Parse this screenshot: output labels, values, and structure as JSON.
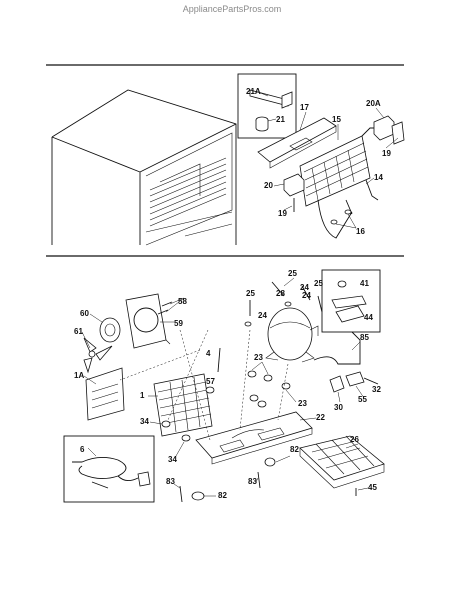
{
  "watermark": "AppliancePartsPros.com",
  "callouts": {
    "c21A": "21A",
    "c21": "21",
    "c17": "17",
    "c15": "15",
    "c20A": "20A",
    "c19a": "19",
    "c14": "14",
    "c20": "20",
    "c19b": "19",
    "c16": "16",
    "c25a": "25",
    "c25b": "25",
    "c25c": "25",
    "c28": "28",
    "c24a": "24",
    "c24b": "24",
    "c24c": "24",
    "c41": "41",
    "c44": "44",
    "c58": "58",
    "c59": "59",
    "c60": "60",
    "c61": "61",
    "c4": "4",
    "c23a": "23",
    "c23b": "23",
    "c85": "85",
    "c1A": "1A",
    "c57": "57",
    "c1": "1",
    "c34a": "34",
    "c34b": "34",
    "c22": "22",
    "c32": "32",
    "c30": "30",
    "c55": "55",
    "c6": "6",
    "c26": "26",
    "c82a": "82",
    "c82b": "82",
    "c83a": "83",
    "c83b": "83",
    "c45": "45"
  }
}
